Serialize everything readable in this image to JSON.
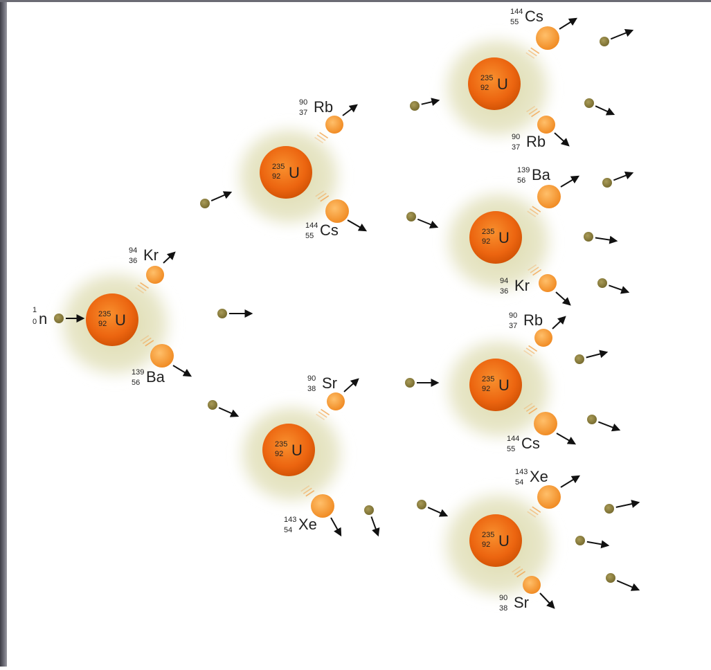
{
  "neutron_label": {
    "mass": "1",
    "atomic": "0",
    "symbol": "n"
  },
  "uranium": {
    "mass": "235",
    "atomic": "92",
    "symbol": "U"
  },
  "fragments": [
    {
      "id": "kr-1",
      "mass": "94",
      "atomic": "36",
      "symbol": "Kr"
    },
    {
      "id": "ba-1",
      "mass": "139",
      "atomic": "56",
      "symbol": "Ba"
    },
    {
      "id": "rb-2a",
      "mass": "90",
      "atomic": "37",
      "symbol": "Rb"
    },
    {
      "id": "cs-2a",
      "mass": "144",
      "atomic": "55",
      "symbol": "Cs"
    },
    {
      "id": "sr-2b",
      "mass": "90",
      "atomic": "38",
      "symbol": "Sr"
    },
    {
      "id": "xe-2b",
      "mass": "143",
      "atomic": "54",
      "symbol": "Xe"
    },
    {
      "id": "cs-3a",
      "mass": "144",
      "atomic": "55",
      "symbol": "Cs"
    },
    {
      "id": "rb-3a",
      "mass": "90",
      "atomic": "37",
      "symbol": "Rb"
    },
    {
      "id": "ba-3b",
      "mass": "139",
      "atomic": "56",
      "symbol": "Ba"
    },
    {
      "id": "kr-3b",
      "mass": "94",
      "atomic": "36",
      "symbol": "Kr"
    },
    {
      "id": "rb-3c",
      "mass": "90",
      "atomic": "37",
      "symbol": "Rb"
    },
    {
      "id": "cs-3c",
      "mass": "144",
      "atomic": "55",
      "symbol": "Cs"
    },
    {
      "id": "xe-3d",
      "mass": "143",
      "atomic": "54",
      "symbol": "Xe"
    },
    {
      "id": "sr-3d",
      "mass": "90",
      "atomic": "38",
      "symbol": "Sr"
    }
  ],
  "colors": {
    "uranium": "#ee6a10",
    "fragment": "#f59a30",
    "neutron": "#857a3a",
    "cloud": "#dcdcae",
    "arrow": "#111111"
  }
}
